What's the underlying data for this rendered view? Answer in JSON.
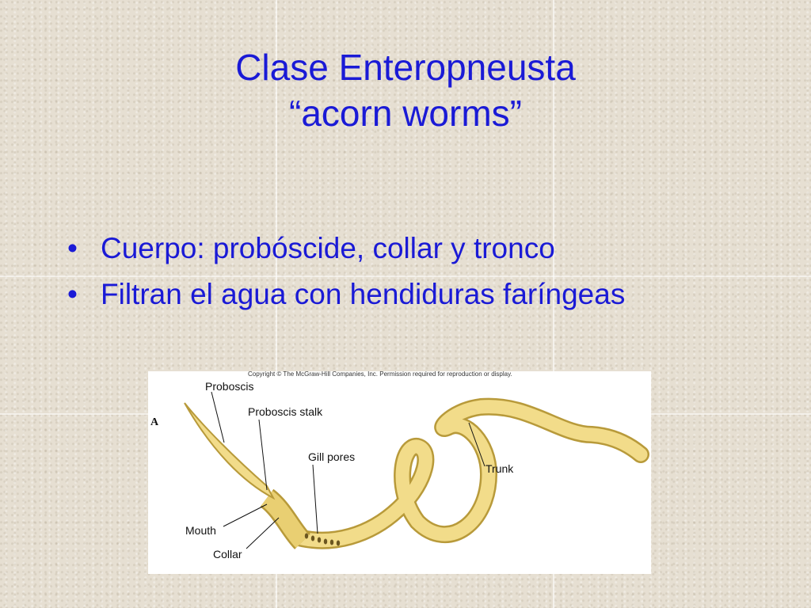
{
  "slide": {
    "title_line1": "Clase Enteropneusta",
    "title_line2": "“acorn worms”",
    "bullets": [
      "Cuerpo: probóscide, collar y tronco",
      "Filtran el agua con hendiduras faríngeas"
    ],
    "bullet_glyph": "•"
  },
  "figure": {
    "copyright": "Copyright © The McGraw-Hill Companies, Inc. Permission required for reproduction or display.",
    "panel_letter": "A",
    "labels": {
      "proboscis": "Proboscis",
      "proboscis_stalk": "Proboscis stalk",
      "gill_pores": "Gill pores",
      "trunk": "Trunk",
      "mouth": "Mouth",
      "collar": "Collar"
    }
  },
  "colors": {
    "text": "#1a1ad6",
    "worm_fill": "#f2dc8a",
    "worm_outline": "#b89a3a",
    "background": "#e6dfd2"
  }
}
